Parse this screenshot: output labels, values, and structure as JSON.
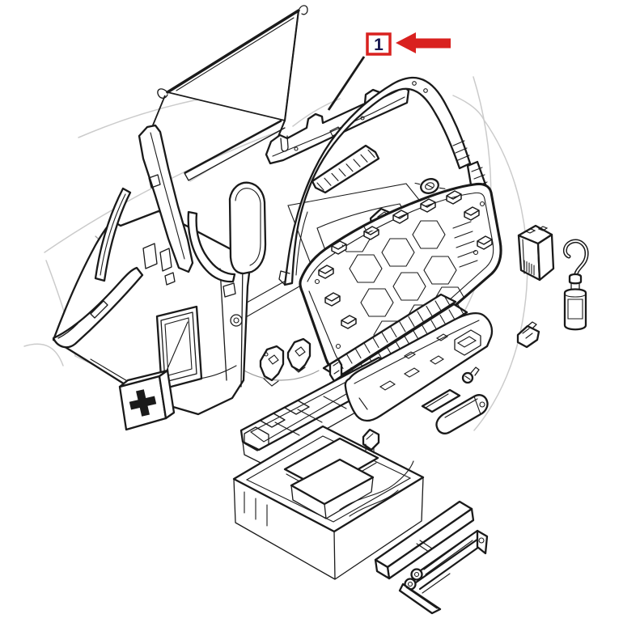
{
  "diagram": {
    "type": "exploded-parts-diagram",
    "subject": "vehicle rear cargo area and tailgate trim components",
    "callout": {
      "label": "1"
    },
    "colors": {
      "callout_red": "#d9211f",
      "callout_text": "#17164f",
      "line": "#1a1a1a",
      "ghost": "#cbcbcb",
      "background": "#ffffff"
    },
    "parts": [
      "cargo-cover",
      "upper-tailgate-trim",
      "defroster-molding",
      "tailgate-frame-trim",
      "frame-trim-strip",
      "grommet-clip",
      "square-clip",
      "tailgate-trim-panel",
      "scuff-plate",
      "d-pillar-trim",
      "pillar-strip",
      "c-pillar-trim",
      "quarter-trim-panel",
      "first-aid-kit",
      "left-latch",
      "right-latch",
      "striker",
      "sill-storage-tray",
      "bumper-upper-cover",
      "work-lamp",
      "bulb",
      "retainer-clip",
      "air-compressor-box",
      "sealant-bottle",
      "storage-tray-insert",
      "tray-clip",
      "tool-bar",
      "jack"
    ]
  }
}
